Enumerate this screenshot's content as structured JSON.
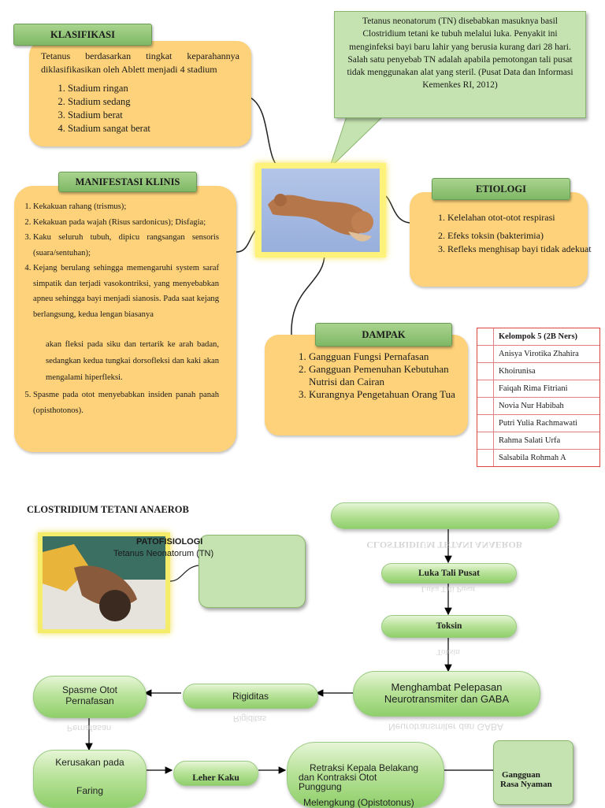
{
  "klasifikasi": {
    "title": "KLASIFIKASI",
    "intro": "Tetanus berdasarkan tingkat keparahannya diklasifikasikan oleh Ablett menjadi 4 stadium",
    "items": [
      "Stadium ringan",
      "Stadium sedang",
      "Stadium berat",
      "Stadium sangat berat"
    ]
  },
  "callout": {
    "text": "Tetanus neonatorum (TN) disebabkan masuknya basil Clostridium tetani ke tubuh melalui luka. Penyakit ini menginfeksi bayi baru lahir yang berusia kurang dari 28 hari. Salah satu penyebab TN adalah apabila pemotongan tali pusat tidak menggunakan alat yang steril. (Pusat Data dan Informasi Kemenkes RI, 2012)"
  },
  "manifestasi": {
    "title": "MANIFESTASI KLINIS",
    "items": [
      "Kekakuan rahang (trismus);",
      "Kekakuan pada wajah (Risus sardonicus); Disfagia;",
      "Kaku seluruh tubuh, dipicu rangsangan sensoris (suara/sentuhan);",
      "Kejang berulang sehingga memengaruhi system saraf simpatik dan terjadi vasokontriksi, yang menyebabkan apneu sehingga bayi menjadi sianosis. Pada saat kejang berlangsung, kedua lengan biasanya",
      "akan fleksi pada siku dan tertarik ke arah badan, sedangkan kedua tungkai dorsofleksi dan kaki akan mengalami hiperfleksi.",
      "Spasme pada otot menyebabkan insiden panah panah (opisthotonos)."
    ]
  },
  "etiologi": {
    "title": "ETIOLOGI",
    "items": [
      "Kelelahan otot-otot respirasi",
      "Efeks toksin (bakterimia)",
      "Refleks menghisap bayi tidak adekuat"
    ]
  },
  "dampak": {
    "title": "DAMPAK",
    "items": [
      "Gangguan Fungsi Pernafasan",
      "Gangguan Pemenuhan Kebutuhan Nutrisi dan Cairan",
      "Kurangnya Pengetahuan Orang Tua"
    ]
  },
  "kelompok": {
    "title": "Kelompok 5 (2B Ners)",
    "members": [
      "Anisya Virotika Zhahira",
      "Khoirunisa",
      "Faiqah Rima Fitriani",
      "Novia Nur Habibah",
      "Putri Yulia Rachmawati",
      "Rahma Salati Urfa",
      "Salsabila Rohmah A"
    ]
  },
  "patofisiologi": {
    "heading": "CLOSTRIDIUM TETANI ANAEROB",
    "title": "PATOFISIOLOGI",
    "subtitle": "Tetanus Neonatorum (TN)",
    "reflect_top": "CLOSTRIDIUM TETANI ANAEROB",
    "nodes": {
      "luka": "Luka Tali Pusat",
      "toksin": "Toksin",
      "menghambat_1": "Menghambat Pelepasan",
      "menghambat_2": "Neurotransmiter dan GABA",
      "rigiditas": "Rigiditas",
      "spasme_1": "Spasme Otot",
      "spasme_2": "Pernafasan",
      "kerusakan_1": "Kerusakan pada",
      "kerusakan_2": "Faring",
      "leher": "Leher Kaku",
      "retraksi_1": "Retraksi Kepala Belakang",
      "retraksi_2": "dan Kontraksi Otot",
      "retraksi_3": "Punggung",
      "retraksi_4": "Melengkung (Opistotonus)",
      "gangguan_1": "Gangguan",
      "gangguan_2": "Rasa Nyaman"
    }
  }
}
